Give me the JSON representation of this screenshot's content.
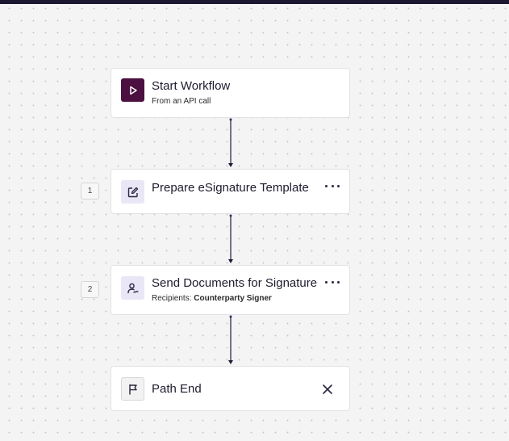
{
  "workflow": {
    "start": {
      "title": "Start Workflow",
      "subtitle": "From an API call",
      "icon": "play-icon"
    },
    "steps": [
      {
        "number": "1",
        "title": "Prepare eSignature Template",
        "icon": "edit-document-icon"
      },
      {
        "number": "2",
        "title": "Send Documents for Signature",
        "recipients_label": "Recipients:",
        "recipients_value": "Counterparty Signer",
        "icon": "user-sign-icon"
      }
    ],
    "end": {
      "title": "Path End",
      "icon": "flag-icon"
    }
  },
  "colors": {
    "accent_dark": "#4b1040",
    "accent_light": "#e9e6f6",
    "connector": "#1e1b3a",
    "canvas": "#f4f4f4"
  }
}
